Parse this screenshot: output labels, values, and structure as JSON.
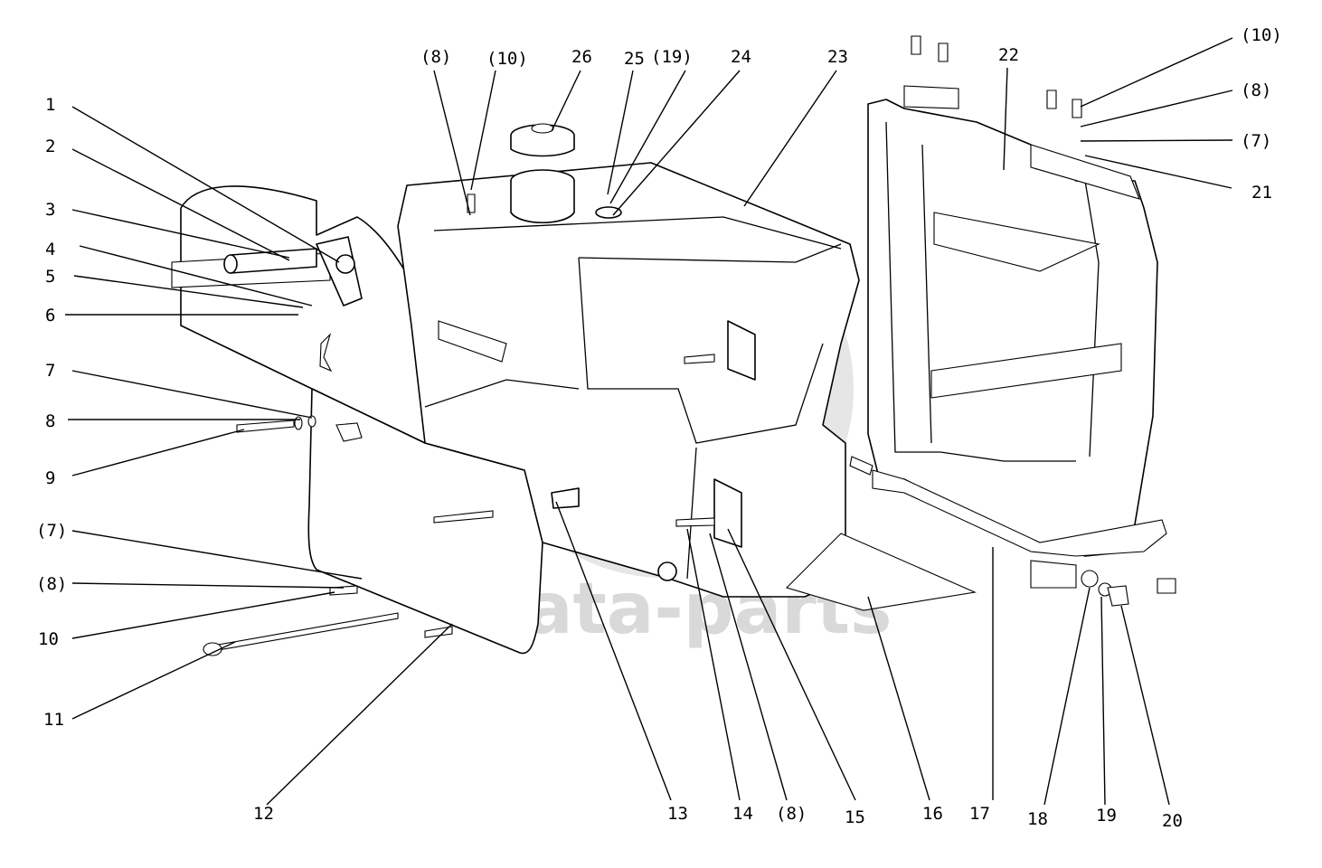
{
  "watermark": {
    "text": "data-parts",
    "color": "#d9d9d9"
  },
  "callouts": [
    {
      "id": "c1",
      "label": "1"
    },
    {
      "id": "c2",
      "label": "2"
    },
    {
      "id": "c3",
      "label": "3"
    },
    {
      "id": "c4",
      "label": "4"
    },
    {
      "id": "c5",
      "label": "5"
    },
    {
      "id": "c6",
      "label": "6"
    },
    {
      "id": "c7",
      "label": "7"
    },
    {
      "id": "c8",
      "label": "8"
    },
    {
      "id": "c9",
      "label": "9"
    },
    {
      "id": "c7b",
      "label": "(7)"
    },
    {
      "id": "c8b",
      "label": "(8)"
    },
    {
      "id": "c10",
      "label": "10"
    },
    {
      "id": "c11",
      "label": "11"
    },
    {
      "id": "c12",
      "label": "12"
    },
    {
      "id": "c13",
      "label": "13"
    },
    {
      "id": "c14",
      "label": "14"
    },
    {
      "id": "c8c",
      "label": "(8)"
    },
    {
      "id": "c15",
      "label": "15"
    },
    {
      "id": "c16",
      "label": "16"
    },
    {
      "id": "c17",
      "label": "17"
    },
    {
      "id": "c18",
      "label": "18"
    },
    {
      "id": "c19",
      "label": "19"
    },
    {
      "id": "c20",
      "label": "20"
    },
    {
      "id": "c8t",
      "label": "(8)"
    },
    {
      "id": "c10t",
      "label": "(10)"
    },
    {
      "id": "c26",
      "label": "26"
    },
    {
      "id": "c25",
      "label": "25"
    },
    {
      "id": "c19t",
      "label": "(19)"
    },
    {
      "id": "c24",
      "label": "24"
    },
    {
      "id": "c23",
      "label": "23"
    },
    {
      "id": "c22",
      "label": "22"
    },
    {
      "id": "c10r",
      "label": "(10)"
    },
    {
      "id": "c8r",
      "label": "(8)"
    },
    {
      "id": "c7r",
      "label": "(7)"
    },
    {
      "id": "c21",
      "label": "21"
    }
  ]
}
